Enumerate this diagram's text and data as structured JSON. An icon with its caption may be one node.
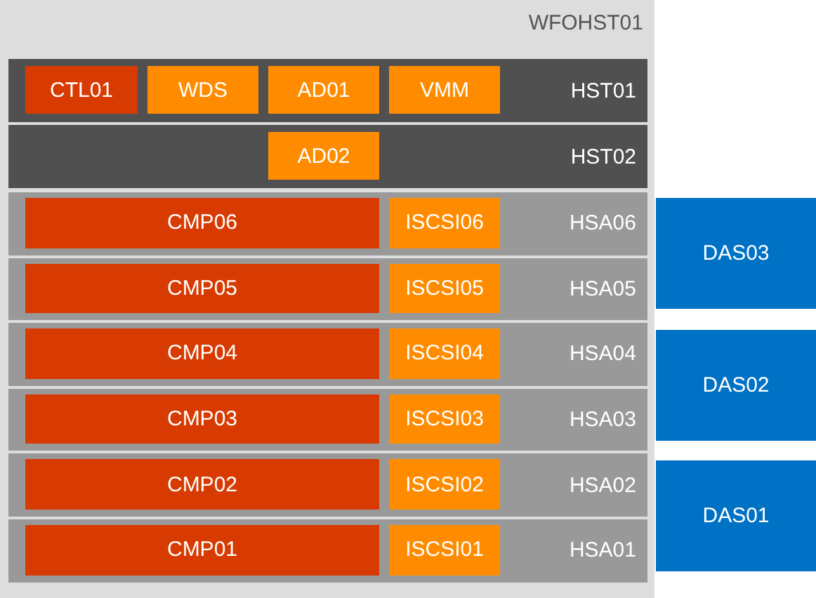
{
  "diagram": {
    "nodes": [
      {
        "text": [
          "WFOHST01"
        ]
      },
      {
        "text": [
          "HST01"
        ],
        "in": 0
      },
      {
        "text": [
          "CTL01"
        ],
        "in": 1
      },
      {
        "text": [
          "WDS"
        ],
        "in": 1
      },
      {
        "text": [
          "AD01"
        ],
        "in": 1
      },
      {
        "text": [
          "VMM"
        ],
        "in": 1
      },
      {
        "text": [
          "HST02"
        ],
        "in": 0
      },
      {
        "text": [
          "AD02"
        ],
        "in": 6
      },
      {
        "text": [
          "HSA06"
        ],
        "in": 0
      },
      {
        "text": [
          "CMP06"
        ],
        "in": 8
      },
      {
        "text": [
          "ISCSI06"
        ],
        "in": 8
      },
      {
        "text": [
          "DAS03"
        ]
      },
      {
        "text": [
          "HSA05"
        ],
        "in": 0
      },
      {
        "text": [
          "CMP05"
        ],
        "in": 12
      },
      {
        "text": [
          "ISCSI05"
        ],
        "in": 12
      },
      {
        "text": [
          "HSA04"
        ],
        "in": 0
      },
      {
        "text": [
          "CMP04"
        ],
        "in": 15
      },
      {
        "text": [
          "ISCSI04"
        ],
        "in": 15
      },
      {
        "text": [
          "DAS02"
        ]
      },
      {
        "text": [
          "HSA03"
        ],
        "in": 0
      },
      {
        "text": [
          "CMP03"
        ],
        "in": 19
      },
      {
        "text": [
          "ISCSI03"
        ],
        "in": 19
      },
      {
        "text": [
          "HSA02"
        ],
        "in": 0
      },
      {
        "text": [
          "CMP02"
        ],
        "in": 22
      },
      {
        "text": [
          "ISCSI02"
        ],
        "in": 22
      },
      {
        "text": [
          "DAS01"
        ]
      },
      {
        "text": [
          "HSA01"
        ],
        "in": 0
      },
      {
        "text": [
          "CMP01"
        ],
        "in": 26
      },
      {
        "text": [
          "ISCSI01"
        ],
        "in": 26
      }
    ]
  }
}
